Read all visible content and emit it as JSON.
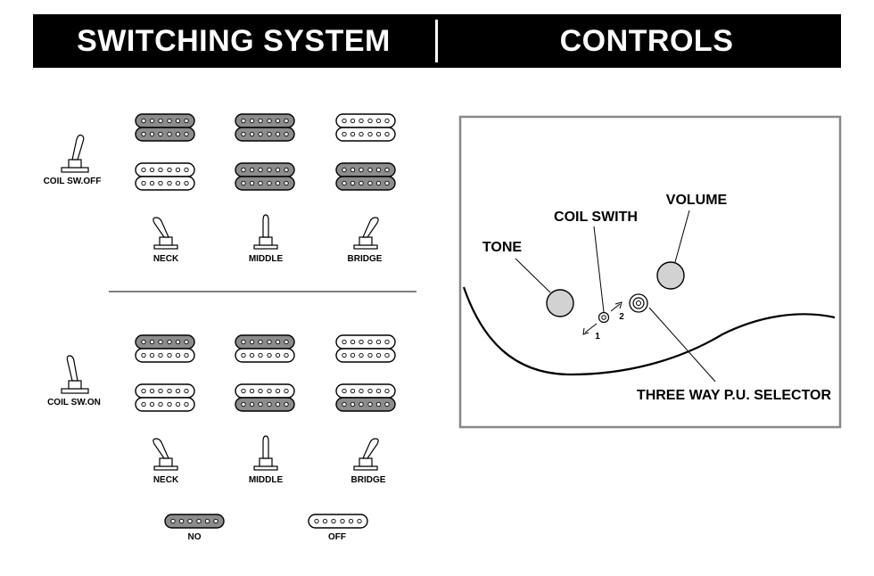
{
  "header": {
    "left_title": "SWITCHING SYSTEM",
    "right_title": "CONTROLS"
  },
  "switching": {
    "off_section": {
      "state_label": "COIL  SW.OFF",
      "positions": [
        "NECK",
        "MIDDLE",
        "BRIDGE"
      ]
    },
    "on_section": {
      "state_label": "COIL  SW.ON",
      "positions": [
        "NECK",
        "MIDDLE",
        "BRIDGE"
      ]
    },
    "legend": {
      "on_label": "NO",
      "off_label": "OFF"
    },
    "colors": {
      "active_coil": "#8c8c8c",
      "inactive_coil": "#ffffff"
    }
  },
  "controls": {
    "tone_label": "TONE",
    "coil_switch_label": "COIL  SWITH",
    "volume_label": "VOLUME",
    "selector_label": "THREE WAY P.U. SELECTOR",
    "switch_pos_1": "1",
    "switch_pos_2": "2",
    "knob_color": "#d2d2d2"
  }
}
